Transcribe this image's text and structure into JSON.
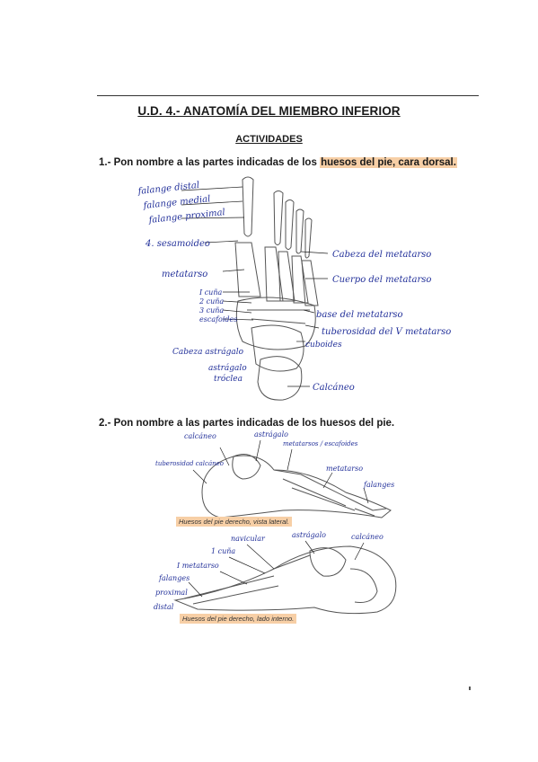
{
  "header": {
    "title": "U.D. 4.- ANATOMÍA DEL MIEMBRO INFERIOR",
    "subtitle": "ACTIVIDADES"
  },
  "question1": {
    "prefix": "1.- Pon nombre a las partes indicadas de los ",
    "highlight": "huesos del pie, cara dorsal.",
    "labels": {
      "falange_distal": "falange distal",
      "falange_medial": "falange medial",
      "falange_proximal": "falange proximal",
      "sesamoideo": "4. sesamoideo",
      "metatarso": "metatarso",
      "cuna1": "I cuña",
      "cuna2": "2 cuña",
      "cuna3": "3 cuña",
      "escafoides": "escafoides",
      "cabeza_astragalo": "Cabeza astrágalo",
      "astragalo": "astrágalo",
      "troclea": "tróclea",
      "cabeza_metatarso": "Cabeza del metatarso",
      "cuerpo_metatarso": "Cuerpo del metatarso",
      "base_metatarso": "base del metatarso",
      "tuberosidad": "tuberosidad del V metatarso",
      "cuboides": "cuboides",
      "calcaneo": "Calcáneo"
    }
  },
  "question2": {
    "prefix": "2.- Pon nombre a las partes indicadas de los huesos del pie.",
    "fig_lateral": {
      "caption": "Huesos del pie derecho, vista lateral.",
      "labels": {
        "calcaneo": "calcáneo",
        "astragalo": "astrágalo",
        "metatarsos": "metatarsos / escafoides",
        "tuberosidad": "tuberosidad calcáneo",
        "metatarso": "metatarso",
        "falanges": "falanges"
      }
    },
    "fig_medial": {
      "caption": "Huesos del pie derecho, lado interno.",
      "labels": {
        "navicular": "navicular",
        "astragalo": "astrágalo",
        "calcaneo": "calcáneo",
        "cuna": "1 cuña",
        "metatarso": "I metatarso",
        "falanges": "falanges",
        "proximal": "proximal",
        "distal": "distal"
      }
    }
  },
  "colors": {
    "ink": "#23319a",
    "highlight": "#f7cfa6"
  }
}
